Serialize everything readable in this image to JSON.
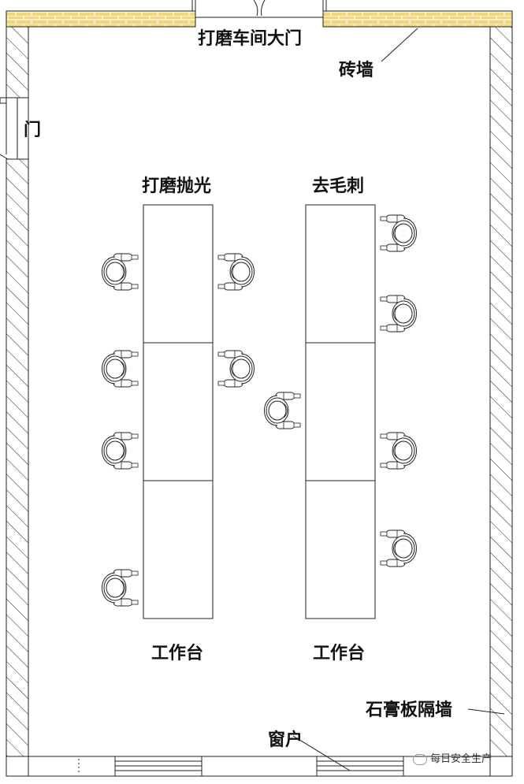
{
  "labels": {
    "main_gate": "打磨车间大门",
    "brick_wall": "砖墙",
    "door": "门",
    "polishing": "打磨抛光",
    "deburring": "去毛刺",
    "workbench_left": "工作台",
    "workbench_right": "工作台",
    "gypsum_wall": "石膏板隔墙",
    "window": "窗户"
  },
  "watermark": {
    "text": "每日安全生产"
  },
  "workbenches": [
    {
      "area": "polishing",
      "sections": 3
    },
    {
      "area": "deburring",
      "sections": 3
    }
  ],
  "workers": {
    "polishing_left_side": 4,
    "polishing_right_side": 2,
    "deburring_left_side": 1,
    "deburring_right_side": 4
  },
  "colors": {
    "brick": "#f2d57a",
    "line": "#222222"
  }
}
